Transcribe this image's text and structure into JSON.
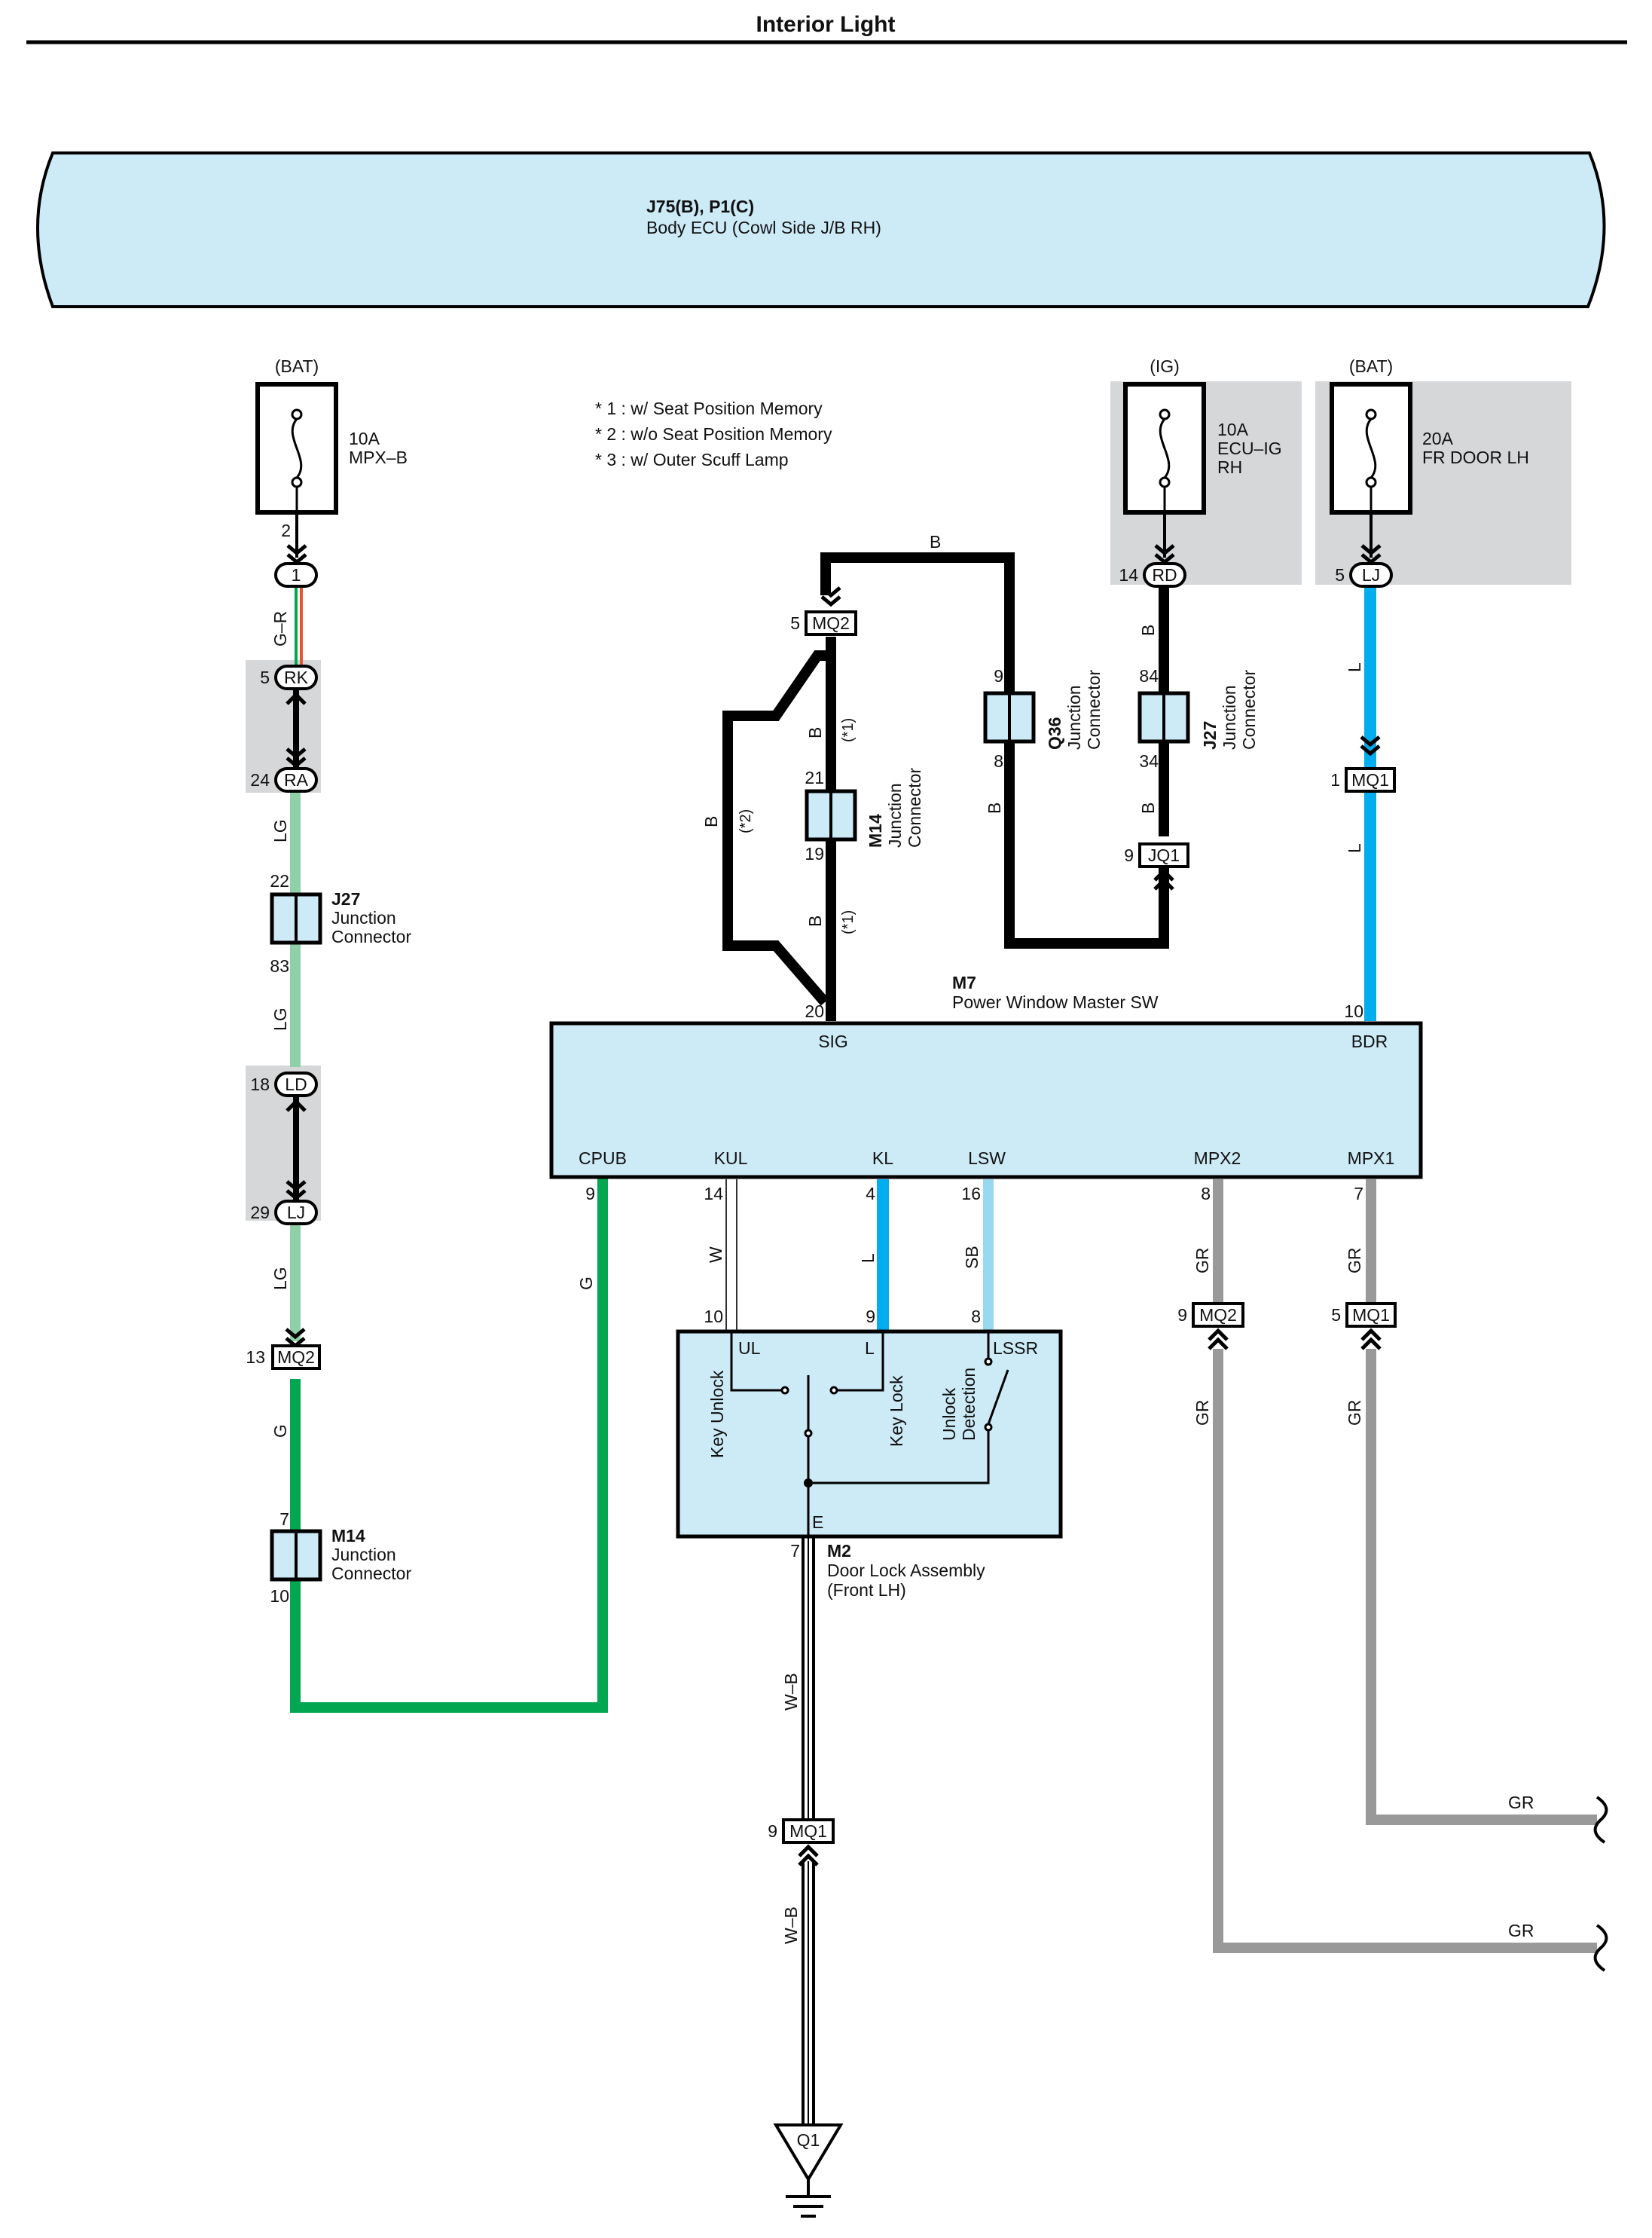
{
  "title": "Interior Light",
  "colors": {
    "ecu_fill": "#cdeaf7",
    "shade": "#d6d7d9",
    "wire_B": "#000000",
    "wire_G": "#00a650",
    "wire_LG": "#8fd0a8",
    "wire_GR": "#999999",
    "wire_L": "#00aeef",
    "wire_SB": "#99d9f0",
    "wire_W": "#ffffff",
    "wire_GR_R_stripe_1": "#00a650",
    "wire_GR_R_stripe_2": "#e8542e"
  },
  "body_ecu": {
    "code": "J75(B), P1(C)",
    "name": "Body ECU (Cowl Side J/B RH)"
  },
  "notes": [
    "* 1 : w/ Seat Position Memory",
    "* 2 : w/o Seat Position Memory",
    "* 3 : w/ Outer Scuff Lamp"
  ],
  "fuses": [
    {
      "source": "(BAT)",
      "rating": "10A",
      "name": "MPX–B",
      "name2": ""
    },
    {
      "source": "(IG)",
      "rating": "10A",
      "name": "ECU–IG",
      "name2": "RH"
    },
    {
      "source": "(BAT)",
      "rating": "20A",
      "name": "FR DOOR LH",
      "name2": ""
    }
  ],
  "connectors": {
    "c_1": "1",
    "c_RK": "RK",
    "c_RA": "RA",
    "c_LD": "LD",
    "c_LJ_left": "LJ",
    "c_MQ2_left": "MQ2",
    "c_MQ2_top": "MQ2",
    "c_RD": "RD",
    "c_LJ_right": "LJ",
    "c_MQ1_right": "MQ1",
    "c_JQ1": "JQ1",
    "c_MQ2_bottom": "MQ2",
    "c_MQ1_bottom": "MQ1",
    "c_MQ1_ground": "MQ1",
    "c_Q1": "Q1"
  },
  "junctions": {
    "j27_left": {
      "code": "J27",
      "line1": "Junction",
      "line2": "Connector"
    },
    "m14_left": {
      "code": "M14",
      "line1": "Junction",
      "line2": "Connector"
    },
    "m14_mid": {
      "code": "M14",
      "line1": "Junction",
      "line2": "Connector"
    },
    "q36": {
      "code": "Q36",
      "line1": "Junction",
      "line2": "Connector"
    },
    "j27_right": {
      "code": "J27",
      "line1": "Junction",
      "line2": "Connector"
    }
  },
  "m7": {
    "code": "M7",
    "name": "Power Window Master SW",
    "terminals": {
      "sig": "SIG",
      "bdr": "BDR",
      "cpub": "CPUB",
      "kul": "KUL",
      "kl": "KL",
      "lsw": "LSW",
      "mpx2": "MPX2",
      "mpx1": "MPX1"
    }
  },
  "m2": {
    "code": "M2",
    "name": "Door Lock Assembly",
    "name2": "(Front LH)",
    "terminals": {
      "ul": "UL",
      "l": "L",
      "lssr": "LSSR",
      "e": "E"
    },
    "switch_labels": {
      "key_unlock": "Key Unlock",
      "key_lock": "Key Lock",
      "unlock_det1": "Unlock",
      "unlock_det2": "Detection"
    }
  },
  "pins": {
    "p2": "2",
    "p5_rk": "5",
    "p24": "24",
    "p22": "22",
    "p83": "83",
    "p18": "18",
    "p29": "29",
    "p13": "13",
    "p7_m14": "7",
    "p10_m14": "10",
    "p5_mq2": "5",
    "p21": "21",
    "p19": "19",
    "p20": "20",
    "p9_q36": "9",
    "p8_q36": "8",
    "p14_rd": "14",
    "p84": "84",
    "p34": "34",
    "p9_jq1": "9",
    "p5_lj": "5",
    "p1_mq1": "1",
    "p10_bdr": "10",
    "p9_cpub": "9",
    "p14_kul": "14",
    "p4_kl": "4",
    "p16_lsw": "16",
    "p8_mpx2": "8",
    "p7_mpx1": "7",
    "p10_ul": "10",
    "p9_l": "9",
    "p8_lssr": "8",
    "p9_mq2b": "9",
    "p5_mq1b": "5",
    "p7_e": "7",
    "p9_mq1g": "9"
  },
  "wire_colors": {
    "w_GR_top": "G–R",
    "w_LG_1": "LG",
    "w_LG_2": "LG",
    "w_LG_3": "LG",
    "w_G_left": "G",
    "w_B_top": "B",
    "w_B_a": "B",
    "w_B_b": "B",
    "w_B_loop": "B",
    "w_B_q36": "B",
    "w_B_j27a": "B",
    "w_B_j27b": "B",
    "w_L_1": "L",
    "w_L_2": "L",
    "w_G_cpub": "G",
    "w_W_kul": "W",
    "w_L_kl": "L",
    "w_SB": "SB",
    "w_GR_mpx2": "GR",
    "w_GR_mpx1": "GR",
    "w_GR_mpx2b": "GR",
    "w_GR_mpx1b": "GR",
    "w_GR_end1": "GR",
    "w_GR_end2": "GR",
    "w_WB_1": "W–B",
    "w_WB_2": "W–B"
  },
  "option_marks": {
    "m1a": "(*1)",
    "m2": "(*2)",
    "m1b": "(*1)"
  }
}
